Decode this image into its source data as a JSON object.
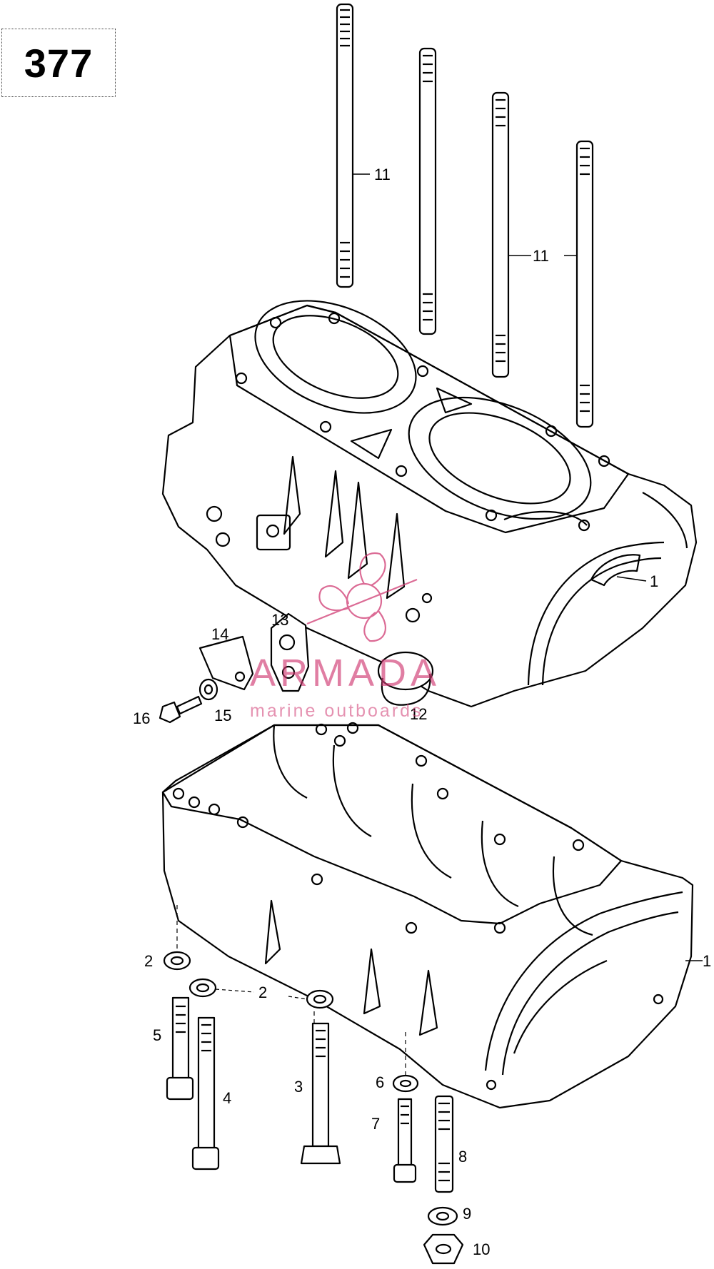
{
  "page_number": "377",
  "callouts": {
    "c11a": "11",
    "c11b": "11",
    "c1a": "1",
    "c1b": "1",
    "c13": "13",
    "c14": "14",
    "c15": "15",
    "c16": "16",
    "c12": "12",
    "c2a": "2",
    "c2b": "2",
    "c5": "5",
    "c4": "4",
    "c3": "3",
    "c6": "6",
    "c7": "7",
    "c8": "8",
    "c9": "9",
    "c10": "10"
  },
  "watermark": {
    "brand": "ARMADA",
    "tagline": "marine outboards",
    "color": "#d03a72"
  },
  "colors": {
    "line": "#000000",
    "background": "#ffffff"
  }
}
